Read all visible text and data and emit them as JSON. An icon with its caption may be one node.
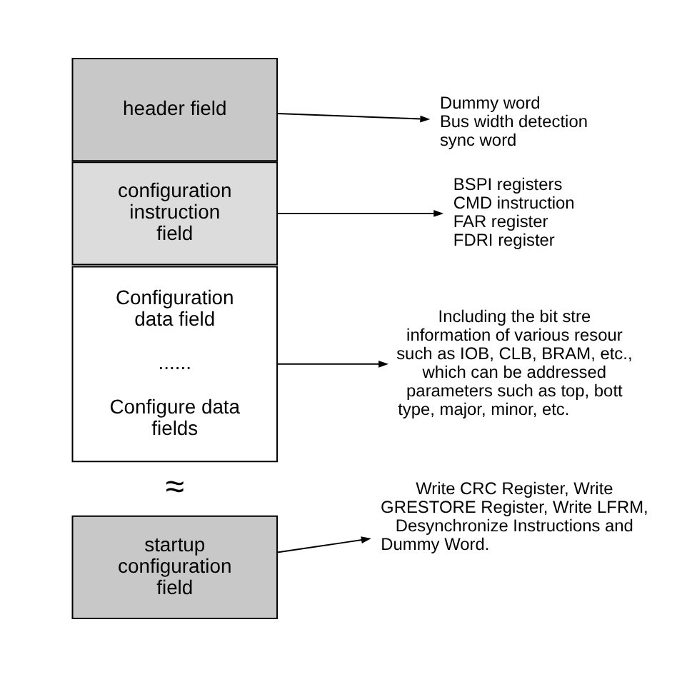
{
  "diagram": {
    "nodes": [
      {
        "text": [
          "header field"
        ]
      },
      {
        "text": [
          "configuration instruction field"
        ]
      },
      {
        "text": [
          "Configuration data field",
          "......",
          "Configure data fields"
        ]
      },
      {
        "text": [
          "startup configuration field"
        ]
      },
      {
        "text": [
          "Dummy word",
          "Bus width detection",
          "sync word"
        ]
      },
      {
        "text": [
          "BSPI registers",
          "CMD instruction",
          "FAR register",
          "FDRI register"
        ]
      },
      {
        "text": [
          "Including the bit stre information of various resour such as IOB, CLB, BRAM, etc., which can be addressed parameters such as top, bott type, major, minor, etc."
        ]
      },
      {
        "text": [
          "Write CRC Register, Write GRESTORE Register, Write LFRM, Desynchronize Instructions and Dummy Word."
        ]
      }
    ],
    "edges": [
      {
        "from": 0,
        "to": 4,
        "arrow": "to"
      },
      {
        "from": 1,
        "to": 5,
        "arrow": "to"
      },
      {
        "from": 2,
        "to": 6,
        "arrow": "to"
      },
      {
        "from": 3,
        "to": 7,
        "arrow": "to"
      }
    ],
    "labels": [
      "≈"
    ]
  }
}
